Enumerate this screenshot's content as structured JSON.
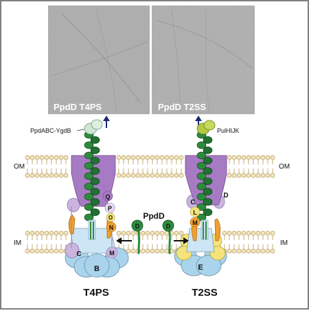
{
  "panels": {
    "left_caption": "PpdD T4PS",
    "right_caption": "PpdD T2SS"
  },
  "labels": {
    "left_tip": "PpdABC-YgdB",
    "right_tip": "PulHIJK",
    "om_left": "OM",
    "om_right": "OM",
    "im_left": "IM",
    "im_right": "IM",
    "pilin_name": "PpdD",
    "pilin_letter": "D",
    "left_system": "T4PS",
    "right_system": "T2SS"
  },
  "subunits_left": {
    "q": "Q",
    "p": "P",
    "o": "O",
    "n": "N",
    "m": "M",
    "c": "C",
    "b": "B"
  },
  "subunits_right": {
    "d": "D",
    "c": "C",
    "l": "L",
    "m": "M",
    "e": "E"
  },
  "colors": {
    "frame": "#555555",
    "micrograph": "#a8a8a8",
    "helix": "#2e8b3e",
    "helix_stroke": "#0f4a1a",
    "secretin": "#a77bc4",
    "im_platform": "#cde6f5",
    "atpase": "#a9d4ec",
    "yellow": "#f4e37a",
    "orange": "#f0a030",
    "lavender": "#c9b5de",
    "membrane_head": "#f3e6c3",
    "right_tip": "#b5c944",
    "left_tip": "#cfe6d4"
  }
}
